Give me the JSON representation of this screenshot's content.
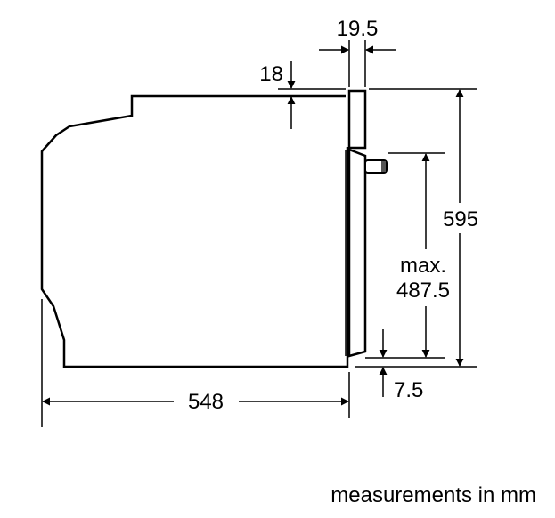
{
  "labels": {
    "bezel_thickness": "19.5",
    "top_offset": "18",
    "total_height": "595",
    "cavity_height_prefix": "max.",
    "cavity_height": "487.5",
    "depth": "548",
    "bottom_offset": "7.5",
    "caption": "measurements in mm"
  }
}
